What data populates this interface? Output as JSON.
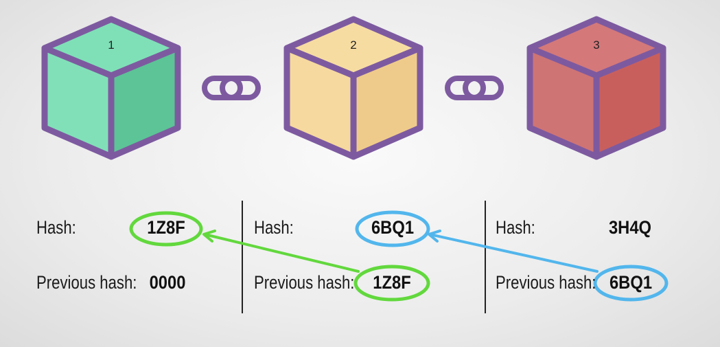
{
  "blocks": [
    {
      "number": "1",
      "hash_label": "Hash:",
      "hash": "1Z8F",
      "prev_label": "Previous hash:",
      "prev_hash": "0000",
      "colors": {
        "top": "#7fe0b7",
        "left": "#82e0b8",
        "right": "#5cc496"
      }
    },
    {
      "number": "2",
      "hash_label": "Hash:",
      "hash": "6BQ1",
      "prev_label": "Previous hash:",
      "prev_hash": "1Z8F",
      "colors": {
        "top": "#f7dca2",
        "left": "#f6d99e",
        "right": "#efcb8b"
      }
    },
    {
      "number": "3",
      "hash_label": "Hash:",
      "hash": "3H4Q",
      "prev_label": "Previous hash:",
      "prev_hash": "6BQ1",
      "colors": {
        "top": "#d4787a",
        "left": "#cf7474",
        "right": "#c95f5d"
      }
    }
  ],
  "colors": {
    "outline": "#7d5aa0",
    "highlight_green": "#62d83d",
    "highlight_blue": "#52b6ec",
    "divider": "#222222"
  },
  "icons": [
    "chain-link-icon",
    "chain-link-icon"
  ]
}
